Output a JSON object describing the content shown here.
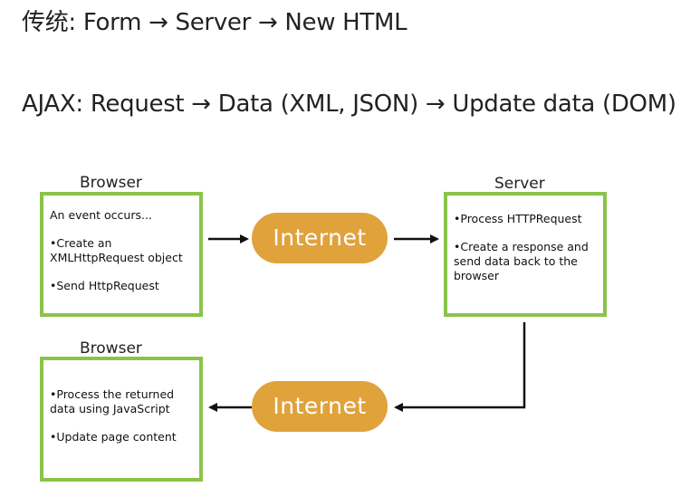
{
  "headings": {
    "traditional": "传统: Form  → Server → New HTML",
    "ajax": "AJAX: Request → Data (XML, JSON) → Update data (DOM)"
  },
  "diagram": {
    "browser_top": {
      "label": "Browser",
      "lines": [
        "An event occurs...",
        "•Create an XMLHttpRequest object",
        "•Send HttpRequest"
      ]
    },
    "server": {
      "label": "Server",
      "lines": [
        "•Process HTTPRequest",
        "•Create a response and send data back to the browser"
      ]
    },
    "browser_bottom": {
      "label": "Browser",
      "lines": [
        "•Process the returned data using JavaScript",
        "•Update page content"
      ]
    },
    "internet_top": "Internet",
    "internet_bottom": "Internet",
    "colors": {
      "box_border": "#8bc34a",
      "pill_fill": "#e0a23b",
      "arrow": "#111111"
    }
  }
}
